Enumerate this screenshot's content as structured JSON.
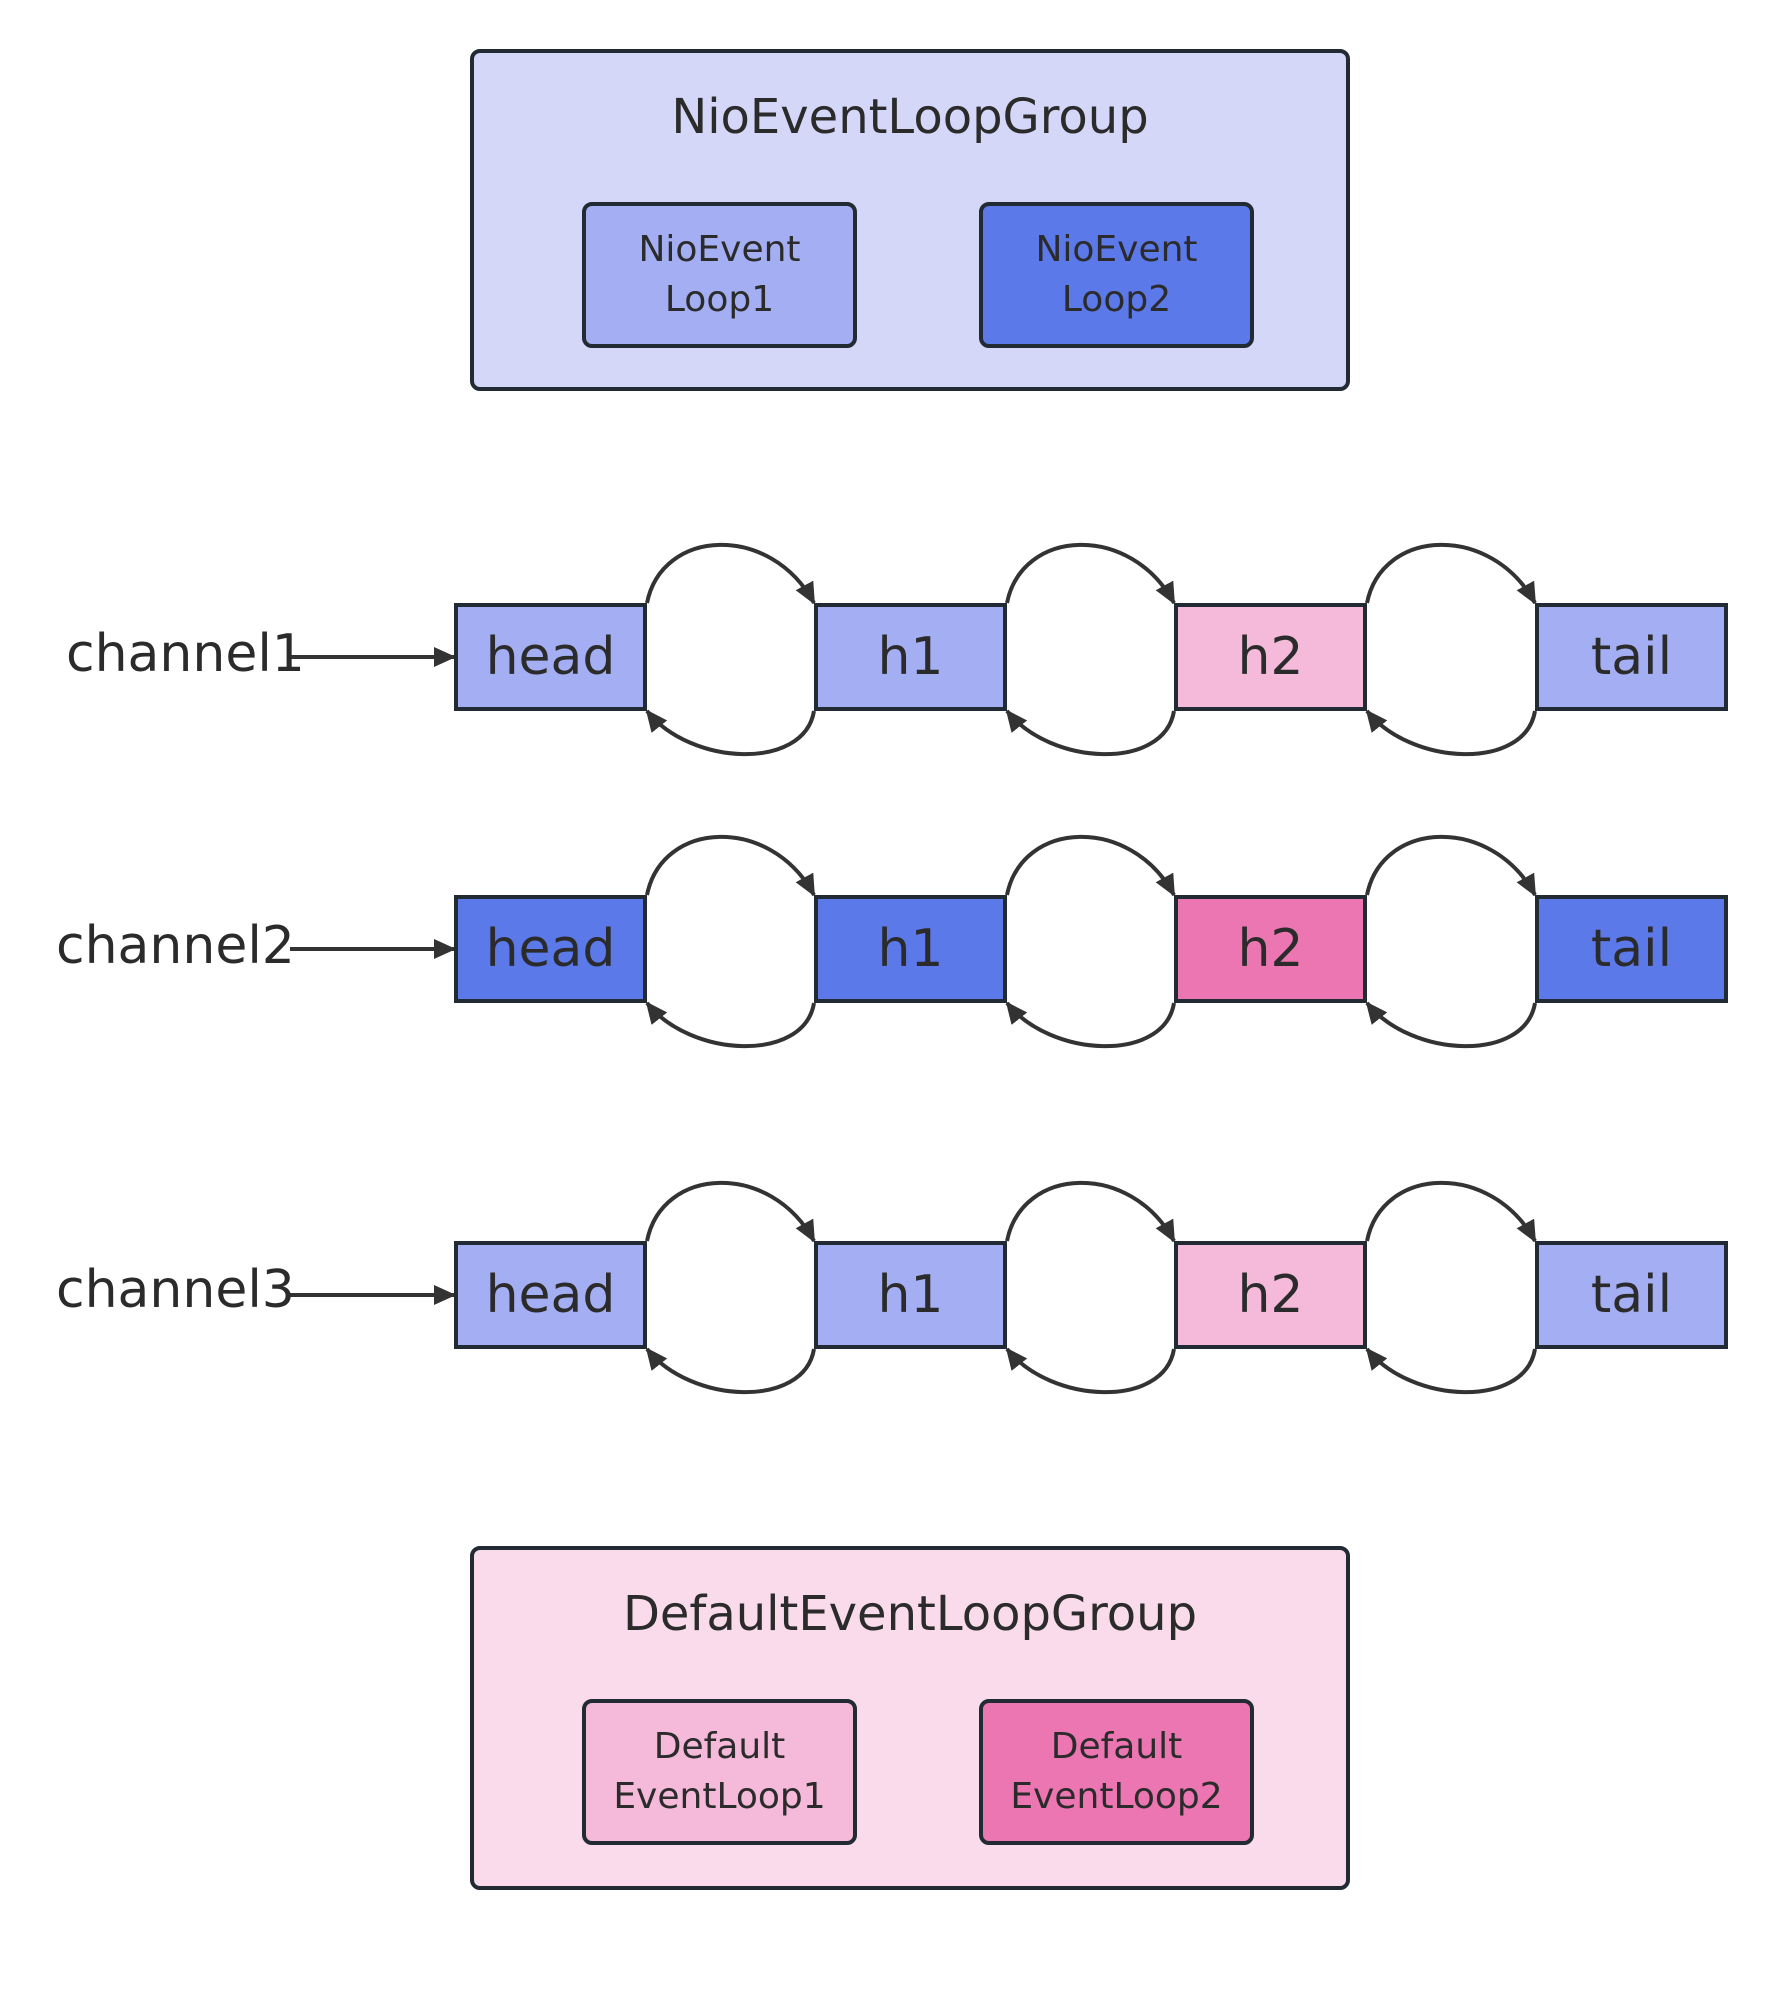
{
  "colors": {
    "stroke": "#222a33",
    "nio_group_fill": "#d4d7f8",
    "nio_loop1_fill": "#a4aef2",
    "nio_loop2_fill": "#5b79e8",
    "default_group_fill": "#fadbeb",
    "default_loop1_fill": "#f5b9d9",
    "default_loop2_fill": "#ec76b2"
  },
  "nio_group": {
    "title": "NioEventLoopGroup",
    "loops": [
      {
        "line1": "NioEvent",
        "line2": "Loop1"
      },
      {
        "line1": "NioEvent",
        "line2": "Loop2"
      }
    ]
  },
  "default_group": {
    "title": "DefaultEventLoopGroup",
    "loops": [
      {
        "line1": "Default",
        "line2": "EventLoop1"
      },
      {
        "line1": "Default",
        "line2": "EventLoop2"
      }
    ]
  },
  "channels": [
    {
      "label": "channel1",
      "nodes": [
        "head",
        "h1",
        "h2",
        "tail"
      ],
      "node_colors": [
        "#a4aef2",
        "#a4aef2",
        "#f5b9d9",
        "#a4aef2"
      ]
    },
    {
      "label": "channel2",
      "nodes": [
        "head",
        "h1",
        "h2",
        "tail"
      ],
      "node_colors": [
        "#5b79e8",
        "#5b79e8",
        "#ec76b2",
        "#5b79e8"
      ]
    },
    {
      "label": "channel3",
      "nodes": [
        "head",
        "h1",
        "h2",
        "tail"
      ],
      "node_colors": [
        "#a4aef2",
        "#a4aef2",
        "#f5b9d9",
        "#a4aef2"
      ]
    }
  ]
}
